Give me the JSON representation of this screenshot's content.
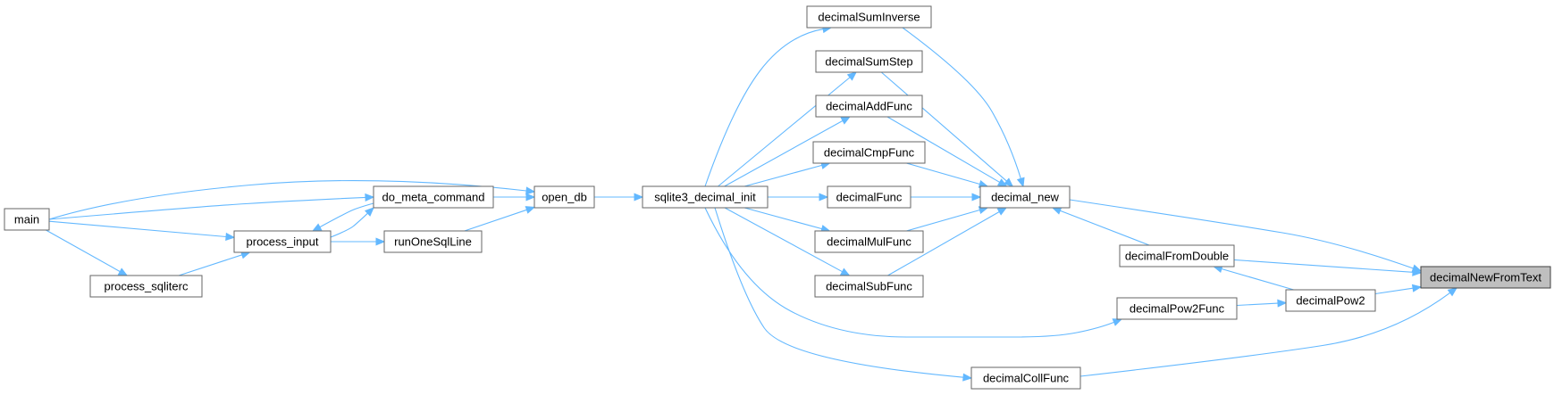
{
  "graph": {
    "colors": {
      "edge": "#63b8ff",
      "node_border": "#666666",
      "root_fill": "#bfbfbf",
      "root_border": "#404040",
      "background": "#ffffff"
    },
    "nodes": [
      {
        "id": "main",
        "label": "main"
      },
      {
        "id": "do_meta_command",
        "label": "do_meta_command"
      },
      {
        "id": "process_input",
        "label": "process_input"
      },
      {
        "id": "runOneSqlLine",
        "label": "runOneSqlLine"
      },
      {
        "id": "process_sqliterc",
        "label": "process_sqliterc"
      },
      {
        "id": "open_db",
        "label": "open_db"
      },
      {
        "id": "sqlite3_decimal_init",
        "label": "sqlite3_decimal_init"
      },
      {
        "id": "decimalSumInverse",
        "label": "decimalSumInverse"
      },
      {
        "id": "decimalSumStep",
        "label": "decimalSumStep"
      },
      {
        "id": "decimalAddFunc",
        "label": "decimalAddFunc"
      },
      {
        "id": "decimalCmpFunc",
        "label": "decimalCmpFunc"
      },
      {
        "id": "decimalFunc",
        "label": "decimalFunc"
      },
      {
        "id": "decimalMulFunc",
        "label": "decimalMulFunc"
      },
      {
        "id": "decimalSubFunc",
        "label": "decimalSubFunc"
      },
      {
        "id": "decimalPow2Func",
        "label": "decimalPow2Func"
      },
      {
        "id": "decimalCollFunc",
        "label": "decimalCollFunc"
      },
      {
        "id": "decimal_new",
        "label": "decimal_new"
      },
      {
        "id": "decimalFromDouble",
        "label": "decimalFromDouble"
      },
      {
        "id": "decimalPow2",
        "label": "decimalPow2"
      },
      {
        "id": "decimalNewFromText",
        "label": "decimalNewFromText",
        "root": true
      }
    ],
    "edges": [
      {
        "from": "decimal_new",
        "to": "decimalNewFromText"
      },
      {
        "from": "decimalFromDouble",
        "to": "decimalNewFromText"
      },
      {
        "from": "decimalPow2",
        "to": "decimalNewFromText"
      },
      {
        "from": "decimalCollFunc",
        "to": "decimalNewFromText"
      },
      {
        "from": "decimalFromDouble",
        "to": "decimal_new"
      },
      {
        "from": "decimalPow2",
        "to": "decimalFromDouble"
      },
      {
        "from": "decimalPow2Func",
        "to": "decimalPow2"
      },
      {
        "from": "decimalSumInverse",
        "to": "decimal_new"
      },
      {
        "from": "decimalSumStep",
        "to": "decimal_new"
      },
      {
        "from": "decimalAddFunc",
        "to": "decimal_new"
      },
      {
        "from": "decimalCmpFunc",
        "to": "decimal_new"
      },
      {
        "from": "decimalFunc",
        "to": "decimal_new"
      },
      {
        "from": "decimalMulFunc",
        "to": "decimal_new"
      },
      {
        "from": "decimalSubFunc",
        "to": "decimal_new"
      },
      {
        "from": "sqlite3_decimal_init",
        "to": "decimalSumInverse"
      },
      {
        "from": "sqlite3_decimal_init",
        "to": "decimalSumStep"
      },
      {
        "from": "sqlite3_decimal_init",
        "to": "decimalAddFunc"
      },
      {
        "from": "sqlite3_decimal_init",
        "to": "decimalCmpFunc"
      },
      {
        "from": "sqlite3_decimal_init",
        "to": "decimalFunc"
      },
      {
        "from": "sqlite3_decimal_init",
        "to": "decimalMulFunc"
      },
      {
        "from": "sqlite3_decimal_init",
        "to": "decimalSubFunc"
      },
      {
        "from": "sqlite3_decimal_init",
        "to": "decimalPow2Func"
      },
      {
        "from": "sqlite3_decimal_init",
        "to": "decimalCollFunc"
      },
      {
        "from": "open_db",
        "to": "sqlite3_decimal_init"
      },
      {
        "from": "main",
        "to": "open_db"
      },
      {
        "from": "do_meta_command",
        "to": "open_db"
      },
      {
        "from": "runOneSqlLine",
        "to": "open_db"
      },
      {
        "from": "main",
        "to": "do_meta_command"
      },
      {
        "from": "process_input",
        "to": "do_meta_command"
      },
      {
        "from": "do_meta_command",
        "to": "process_input"
      },
      {
        "from": "process_input",
        "to": "runOneSqlLine"
      },
      {
        "from": "main",
        "to": "process_input"
      },
      {
        "from": "process_sqliterc",
        "to": "process_input"
      },
      {
        "from": "main",
        "to": "process_sqliterc"
      }
    ]
  }
}
